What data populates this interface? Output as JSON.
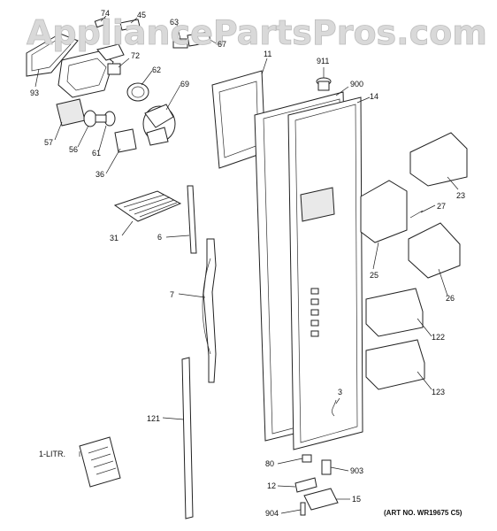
{
  "watermark": "AppliancePartsPros.com",
  "art_number": "(ART NO. WR19675 C5)",
  "callouts": [
    "74",
    "45",
    "63",
    "67",
    "93",
    "72",
    "62",
    "69",
    "57",
    "56",
    "61",
    "36",
    "31",
    "6",
    "11",
    "911",
    "900",
    "14",
    "23",
    "27",
    "25",
    "26",
    "7",
    "122",
    "123",
    "121",
    "1-LITR.",
    "3",
    "80",
    "903",
    "12",
    "15",
    "904"
  ]
}
